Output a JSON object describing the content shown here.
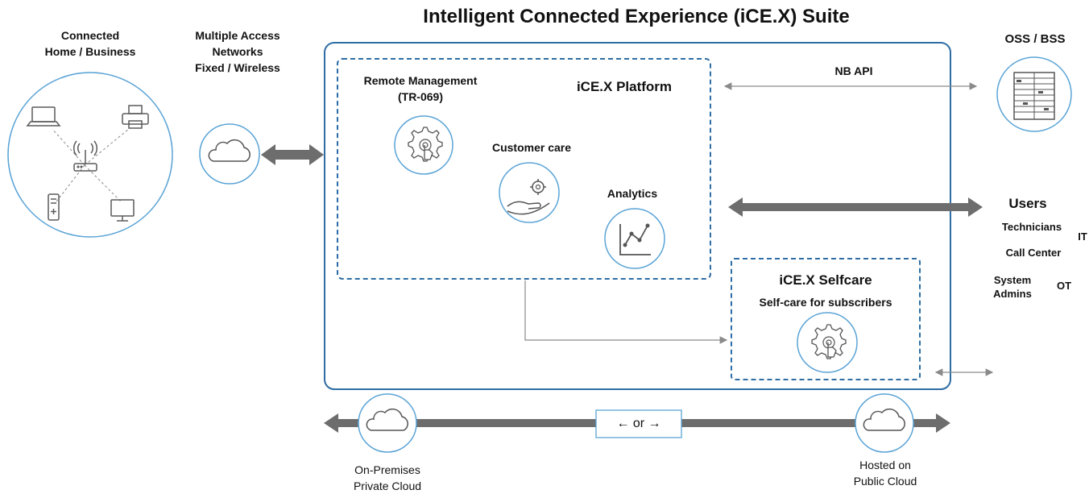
{
  "title": "Intelligent Connected Experience (iCE.X) Suite",
  "left": {
    "home_line1": "Connected",
    "home_line2": "Home / Business",
    "networks_line1": "Multiple Access",
    "networks_line2": "Networks",
    "networks_line3": "Fixed / Wireless"
  },
  "platform": {
    "title": "iCE.X Platform",
    "remote_line1": "Remote Management",
    "remote_line2": "(TR-069)",
    "customer_care": "Customer care",
    "analytics": "Analytics"
  },
  "selfcare": {
    "title": "iCE.X Selfcare",
    "subtitle": "Self-care for subscribers"
  },
  "right": {
    "oss_bss": "OSS / BSS",
    "nb_api": "NB API",
    "users_title": "Users",
    "technicians": "Technicians",
    "call_center": "Call Center",
    "system_admins_line1": "System",
    "system_admins_line2": "Admins",
    "it": "IT",
    "ot": "OT"
  },
  "bottom": {
    "or_label": "← or →",
    "onprem_line1": "On-Premises",
    "onprem_line2": "Private Cloud",
    "public_line1": "Hosted on",
    "public_line2": "Public Cloud"
  },
  "colors": {
    "accent_blue": "#2e6da4",
    "light_blue": "#5ba4d6",
    "arrow_gray": "#6d6d6d",
    "thin_gray": "#8a8a8a"
  }
}
